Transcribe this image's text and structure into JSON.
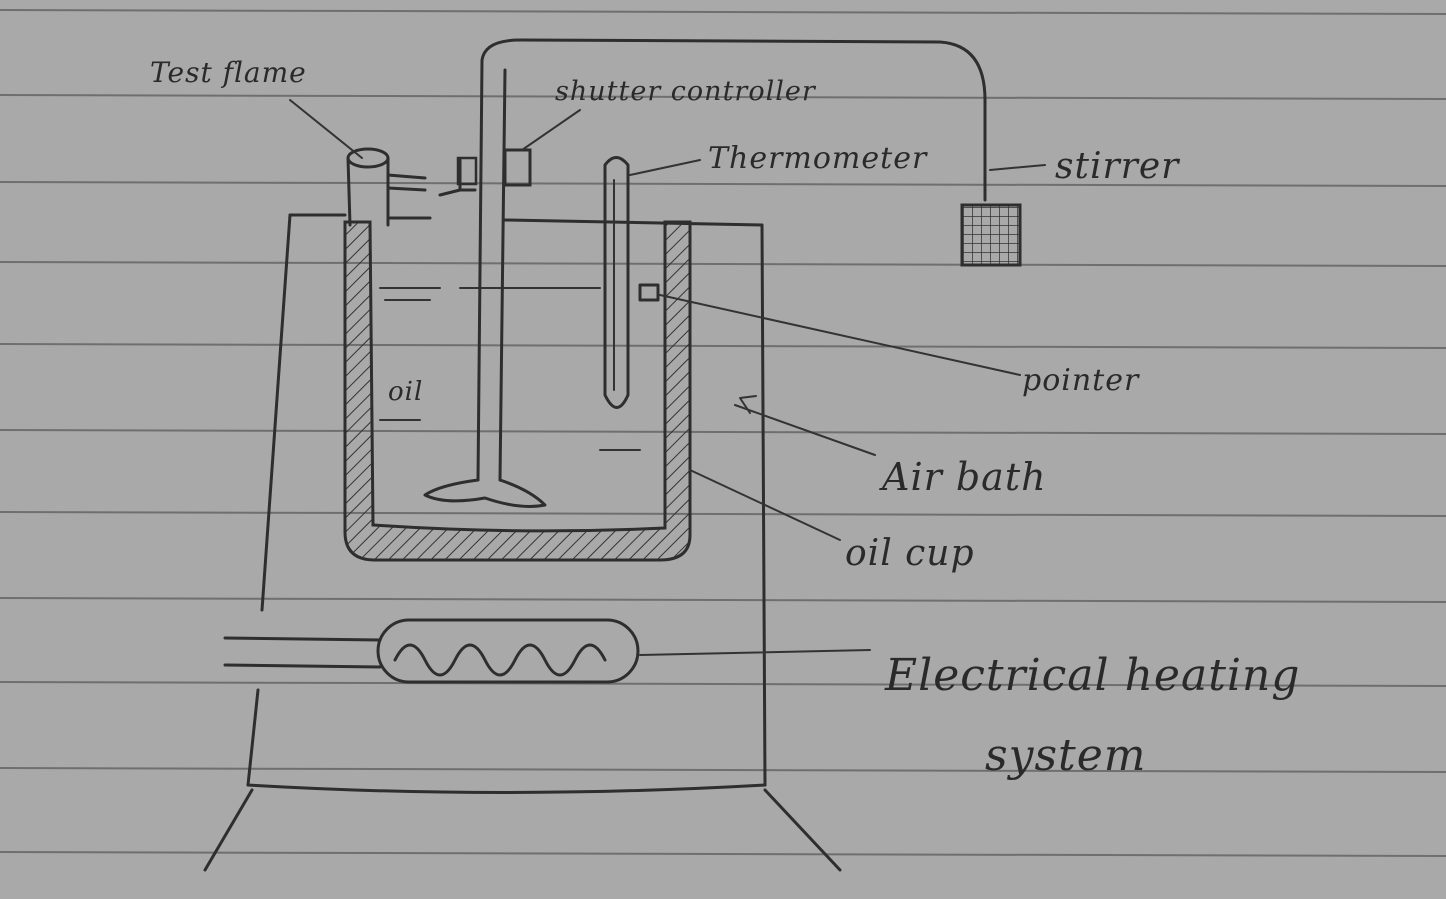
{
  "labels": {
    "test_flame": "Test flame",
    "shutter_controller": "shutter controller",
    "thermometer": "Thermometer",
    "stirrer": "stirrer",
    "pointer": "pointer",
    "air_bath": "Air bath",
    "oil_cup": "oil cup",
    "oil": "oil",
    "heating_line1": "Electrical heating",
    "heating_line2": "system"
  },
  "colors": {
    "paper": "#a9a9a9",
    "ink": "#2e2e2e",
    "ruled_line": "#6f6f6f"
  }
}
